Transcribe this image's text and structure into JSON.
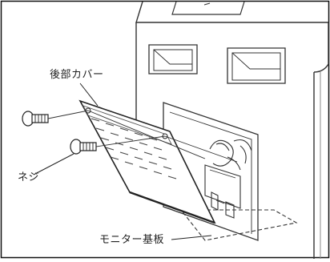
{
  "diagram": {
    "labels": {
      "rear_cover": "後部カバー",
      "screw": "ネジ",
      "monitor_board": "モニター基板"
    }
  }
}
